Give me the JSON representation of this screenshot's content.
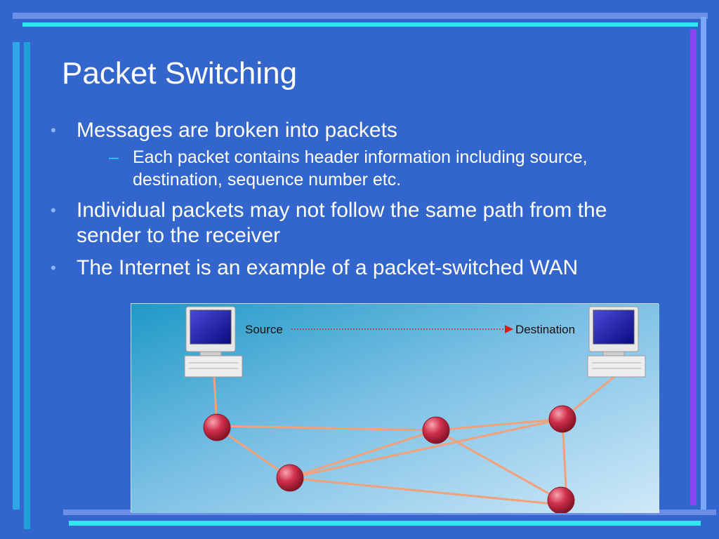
{
  "slide": {
    "title": "Packet Switching",
    "bullets": [
      {
        "text": "Messages are broken into packets",
        "sub": [
          "Each packet contains header information including source, destination, sequence number etc."
        ]
      },
      {
        "text": "Individual packets may not follow the same path from the sender to the receiver",
        "sub": []
      },
      {
        "text": "The Internet is an example of a packet-switched WAN",
        "sub": []
      }
    ]
  },
  "diagram": {
    "source_label": "Source",
    "destination_label": "Destination",
    "icons": {
      "source": "desktop-computer-icon",
      "destination": "desktop-computer-icon",
      "router": "router-node-icon"
    },
    "colors": {
      "link": "#f4a07a",
      "node": "#d0304a",
      "arrow": "#e01818"
    }
  },
  "colors": {
    "background": "#3366cc",
    "title": "#ffffff",
    "bullet_marker": "#8fb4ff",
    "sub_marker": "#33ccff"
  }
}
